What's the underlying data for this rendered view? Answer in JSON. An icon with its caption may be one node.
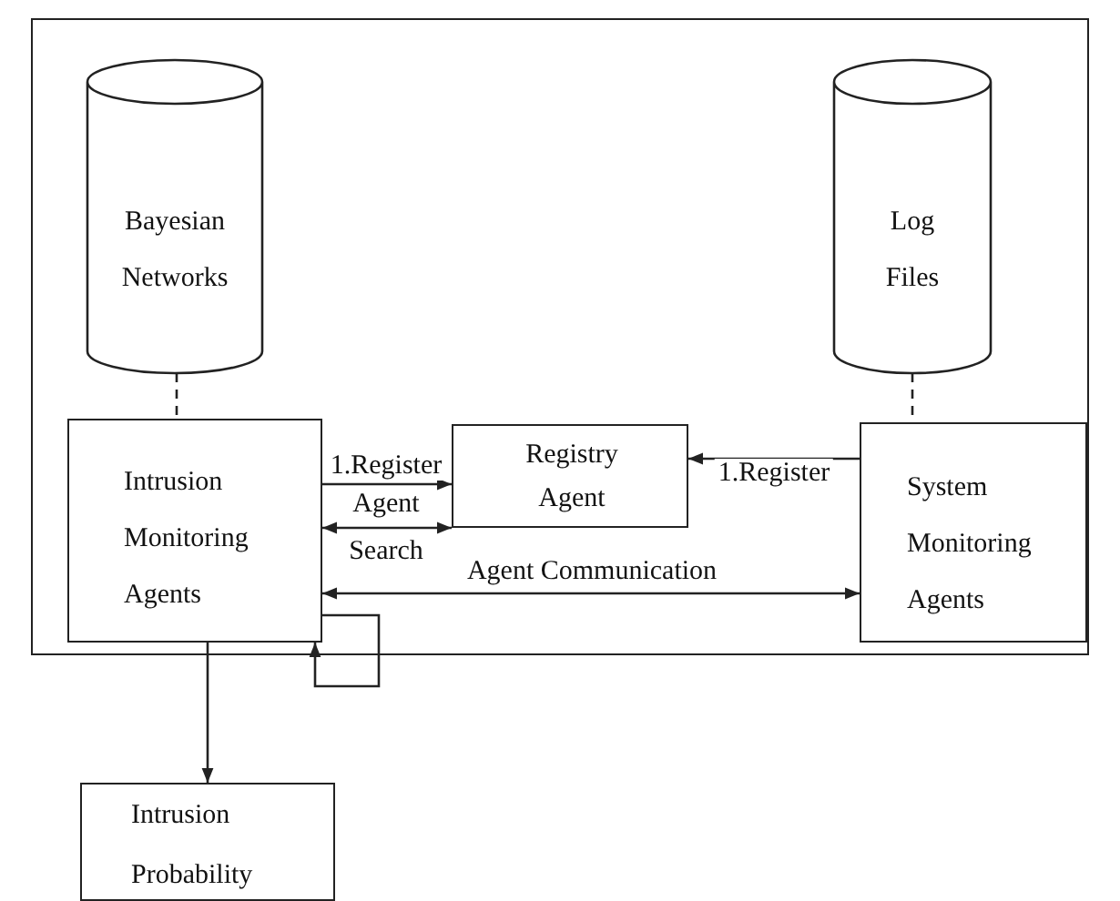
{
  "diagram": {
    "nodes": [
      {
        "text": [],
        "shape": "box"
      },
      {
        "text": [
          "Bayesian Networks"
        ],
        "in": 0
      },
      {
        "text": [
          "Log Files"
        ],
        "in": 0
      },
      {
        "text": [
          "Intrusion Monitoring Agents"
        ],
        "in": 0
      },
      {
        "text": [
          "Registry Agent"
        ],
        "in": 0
      },
      {
        "text": [
          "System Monitoring Agents"
        ],
        "in": 0
      },
      {
        "text": [
          "Intrusion Probability"
        ]
      }
    ],
    "edges": [
      {
        "from": 1,
        "to": 3,
        "arrow": "none",
        "style": "dashed"
      },
      {
        "from": 2,
        "to": 5,
        "arrow": "none",
        "style": "dashed"
      },
      {
        "from": 3,
        "to": 4,
        "arrow": "to",
        "label": "1.Register"
      },
      {
        "from": 5,
        "to": 4,
        "arrow": "to",
        "label": "1.Register"
      },
      {
        "from": 3,
        "to": 4,
        "arrow": "both",
        "label": "Agent Search"
      },
      {
        "from": 3,
        "to": 5,
        "arrow": "both",
        "label": "Agent Communication"
      },
      {
        "from": 3,
        "to": 3,
        "arrow": "to"
      },
      {
        "from": 3,
        "to": 6,
        "arrow": "to"
      }
    ]
  }
}
